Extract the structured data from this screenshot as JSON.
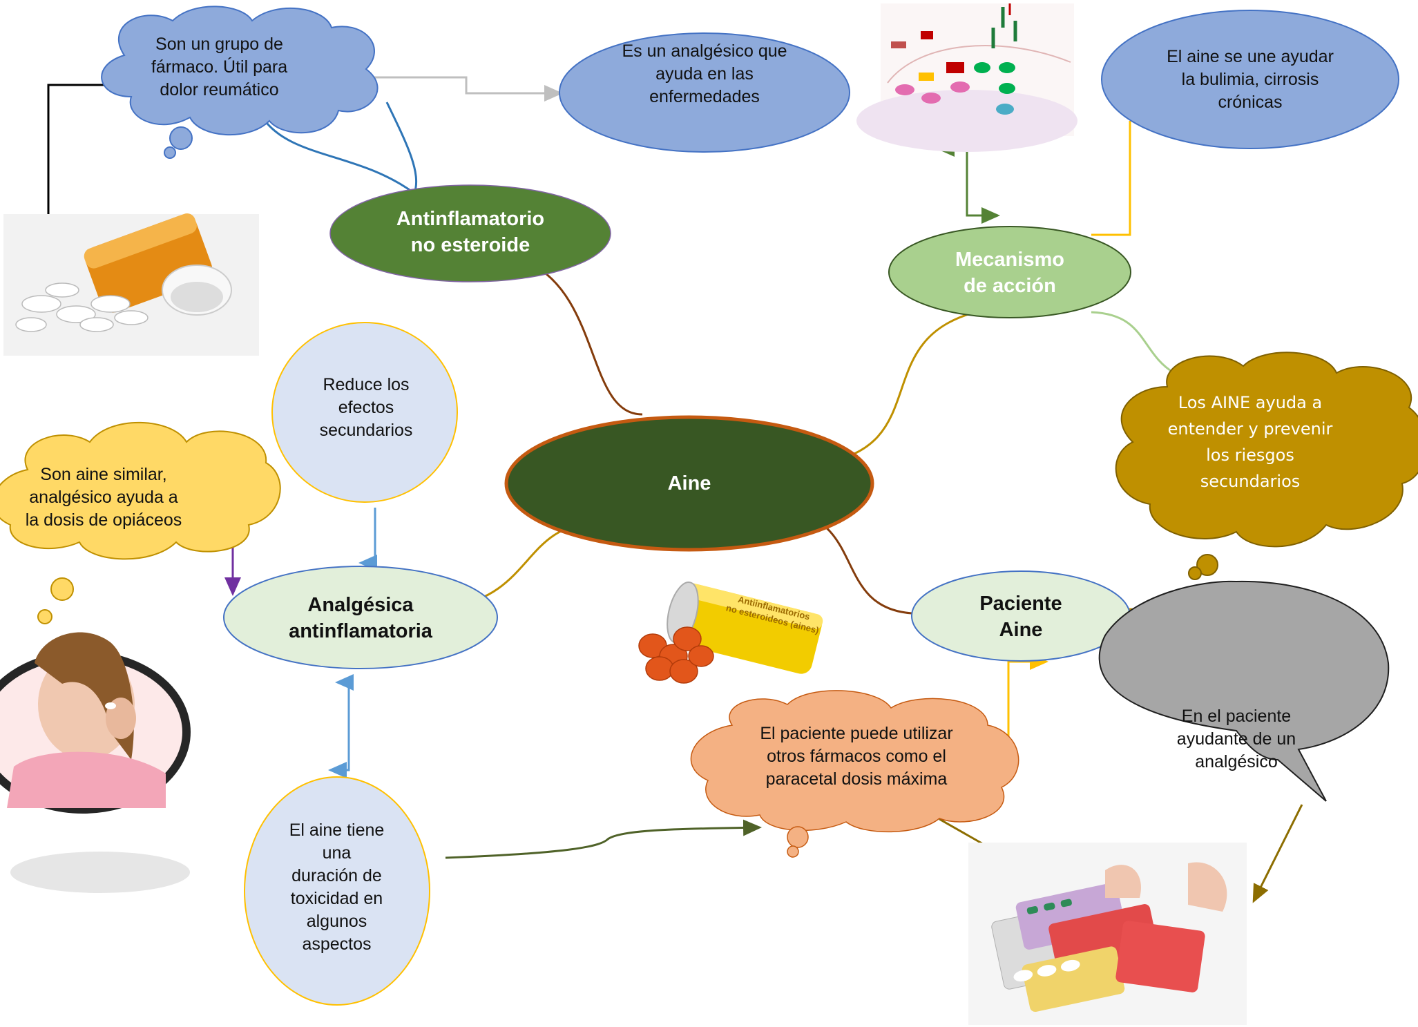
{
  "central": {
    "label": "Aine"
  },
  "branches": {
    "antinflamatorio": "Antinflamatorio\nno esteroide",
    "mecanismo": "Mecanismo\nde acción",
    "analgesica": "Analgésica\nantinflamatoria",
    "paciente": "Paciente\nAine"
  },
  "notes": {
    "grupo_farmaco": "Son un grupo de\nfármaco. Útil para\ndolor reumático",
    "analgesico_enfermedades": "Es un analgésico que\nayuda en las\nenfermedades",
    "bulimia": "El aine se une ayudar\nla bulimia, cirrosis\ncrónicas",
    "prevenir_riesgos": "Los AINE ayuda a\nentender y prevenir\nlos riesgos\nsecundarios",
    "reduce_efectos": "Reduce los\nefectos\nsecundarios",
    "similar_opiaceos": "Son aine similar,\nanalgésico  ayuda  a\nla dosis de opiáceos",
    "duracion_toxicidad": "El aine tiene\nuna\nduración de\ntoxicidad en\nalgunos\naspectos",
    "otros_farmacos": "El paciente puede utilizar\notros fármacos  como el\nparacetal dosis máxima",
    "paciente_ayudante": "En el paciente\nayudante  de un\nanalgésico"
  },
  "images": {
    "pill_label": "Antiinflamatorios\nno esteroideos (aines)"
  },
  "colors": {
    "dark_green": "#385723",
    "mid_green": "#548235",
    "light_green": "#a9d08e",
    "pale_green": "#e2efda",
    "blue": "#8eaadb",
    "light_blue": "#dae3f3",
    "yellow": "#ffd966",
    "gold": "#bf9000",
    "salmon": "#f4b183",
    "gray": "#a6a6a6",
    "orange_border": "#c55a11"
  }
}
